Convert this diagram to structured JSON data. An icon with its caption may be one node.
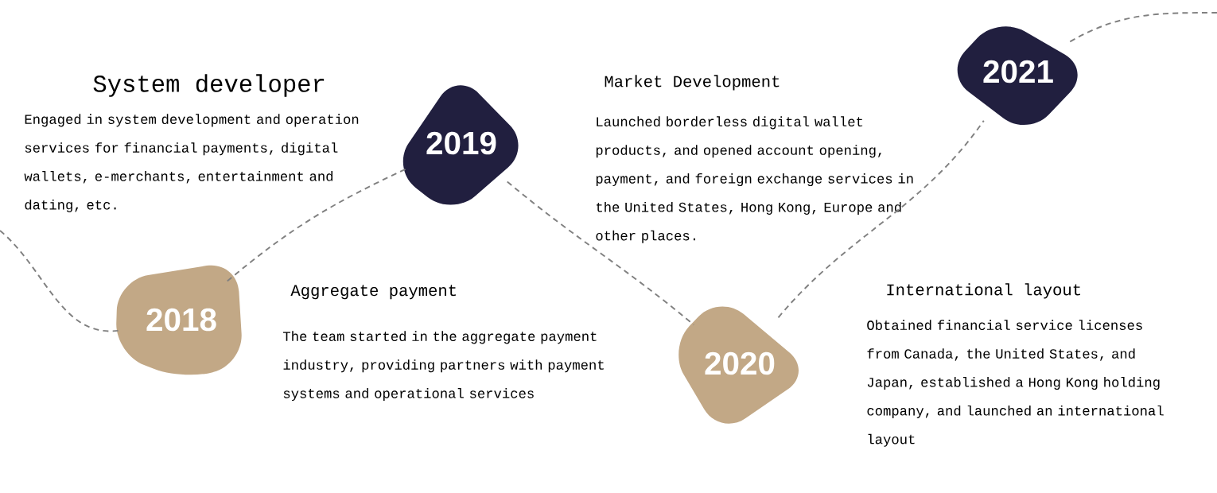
{
  "diagram": {
    "nodes": [
      {
        "text": [
          "2018"
        ],
        "beside": [
          "Aggregate payment",
          "The team started in the aggregate payment industry, providing partners with payment systems and operational services"
        ]
      },
      {
        "text": [
          "2019"
        ],
        "beside": [
          "System developer",
          "Engaged in system development and operation services for financial payments, digital wallets, e-merchants, entertainment and dating, etc."
        ]
      },
      {
        "text": [
          "2020"
        ],
        "beside": [
          "International layout",
          "Obtained financial service licenses from Canada, the United States, and Japan, established a Hong Kong holding company, and launched an international layout"
        ]
      },
      {
        "text": [
          "2021"
        ],
        "beside": [
          "Market Development",
          "Launched borderless digital wallet products, and opened account opening, payment, and foreign exchange services in the United States, Hong Kong, Europe and other places."
        ]
      }
    ],
    "edges": [
      {
        "from": null,
        "to": 0,
        "arrow": "none",
        "style": "dashed"
      },
      {
        "from": 0,
        "to": 1,
        "arrow": "none",
        "style": "dashed"
      },
      {
        "from": 1,
        "to": 2,
        "arrow": "none",
        "style": "dashed"
      },
      {
        "from": 2,
        "to": 3,
        "arrow": "none",
        "style": "dashed"
      },
      {
        "from": 3,
        "to": null,
        "arrow": "none",
        "style": "dashed"
      }
    ]
  }
}
